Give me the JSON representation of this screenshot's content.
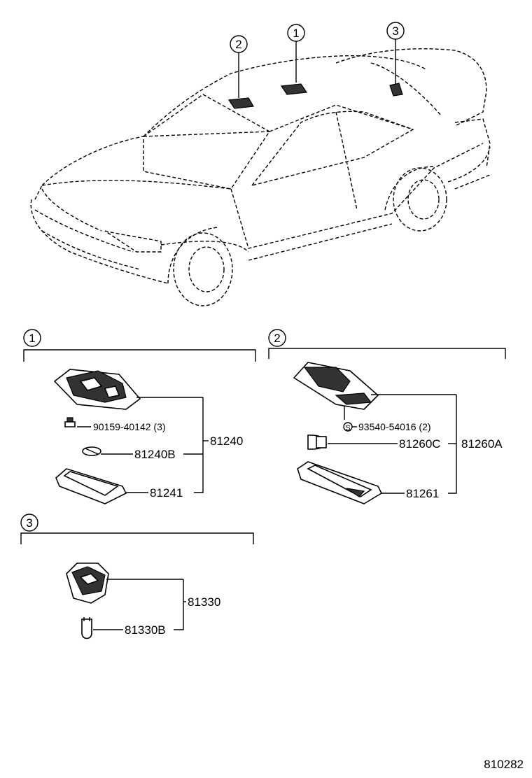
{
  "callouts": {
    "c1": "1",
    "c2": "2",
    "c3": "3"
  },
  "sections": {
    "s1": {
      "number": "1",
      "parts": {
        "assembly": "81240",
        "screw": "90159-40142 (3)",
        "bulb": "81240B",
        "lens": "81241"
      }
    },
    "s2": {
      "number": "2",
      "parts": {
        "assembly": "81260A",
        "screw": "93540-54016 (2)",
        "screw_symbol": "S",
        "bulb": "81260C",
        "lens": "81261"
      }
    },
    "s3": {
      "number": "3",
      "parts": {
        "assembly": "81330",
        "bulb": "81330B"
      }
    }
  },
  "figure_number": "810282"
}
